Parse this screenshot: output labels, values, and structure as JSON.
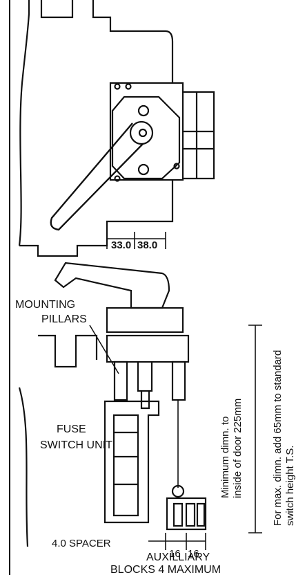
{
  "dimensions": {
    "handle_offset": "33.0",
    "switch_depth": "38.0",
    "spacer": "4.0 SPACER",
    "aux_width_1": "16",
    "aux_width_2": "16"
  },
  "labels": {
    "mounting_line1": "MOUNTING",
    "mounting_line2": "PILLARS",
    "fuse_line1": "FUSE",
    "fuse_line2": "SWITCH UNIT",
    "aux_line1": "AUXILLIARY",
    "aux_line2": "BLOCKS 4 MAXIMUM",
    "min_line1": "Minimum dimn. to",
    "min_line2": "inside of door 225mm",
    "max_line1": "For max. dimn. add 65mm to standard",
    "max_line2": "switch height T.S."
  }
}
